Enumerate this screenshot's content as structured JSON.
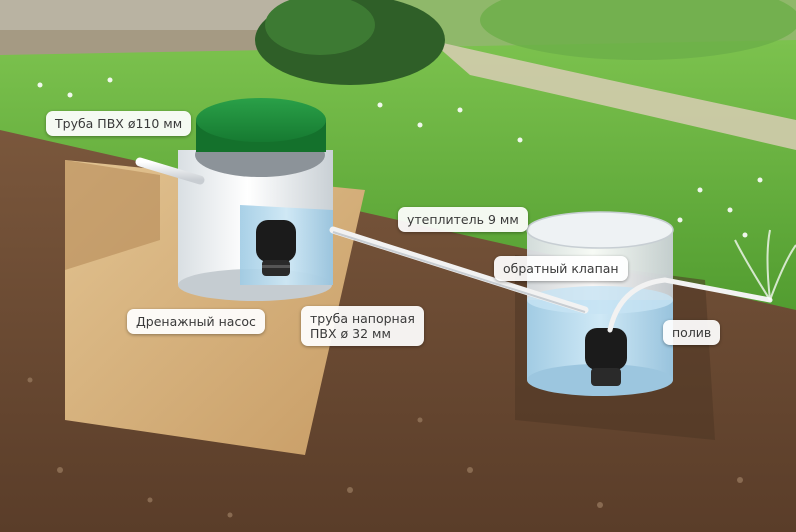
{
  "labels": {
    "pvc_pipe": "Труба ПВХ ø110 мм",
    "insulation": "утеплитель 9 мм",
    "check_valve": "обратный клапан",
    "drain_pump": "Дренажный насос",
    "pressure_pipe_line1": "труба напорная",
    "pressure_pipe_line2": "ПВХ ø 32 мм",
    "watering": "полив"
  },
  "colors": {
    "lid": "#1e8a3a",
    "grass": "#5fae3c",
    "soil": "#6b4a33",
    "sand": "#d7b27e",
    "water": "#a9d4ec",
    "pump": "#1b1b1b",
    "pipe": "#f2f2f2"
  }
}
